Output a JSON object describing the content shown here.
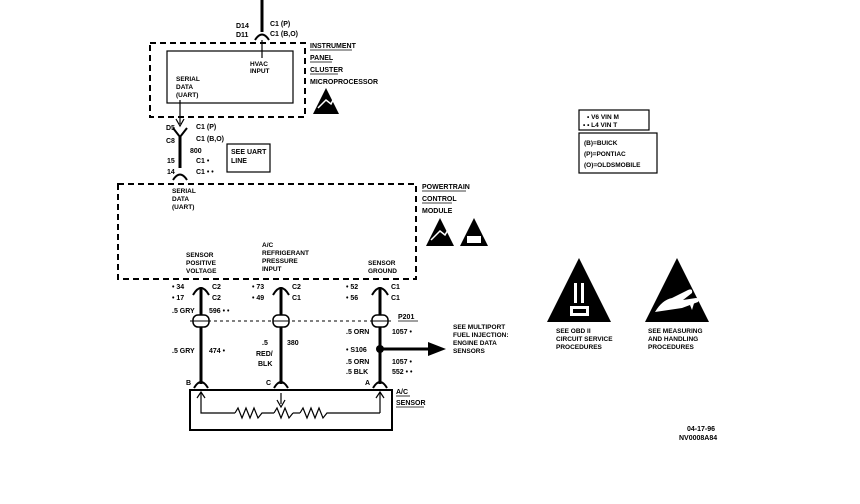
{
  "instrument_panel": {
    "title_lines": [
      "INSTRUMENT",
      "PANEL",
      "CLUSTER",
      "MICROPROCESSOR"
    ],
    "hvac_input": [
      "HVAC",
      "INPUT"
    ],
    "serial_data": [
      "SERIAL",
      "DATA",
      "(UART)"
    ],
    "top_pins": [
      "D14",
      "D11"
    ],
    "top_conns": [
      "C1 (P)",
      "C1 (B,O)"
    ]
  },
  "uart_link": {
    "pin_d5": "D5",
    "conn_p": "C1 (P)",
    "pin_c8": "C8",
    "conn_bo": "C1 (B,O)",
    "wire": "800",
    "see_uart": [
      "SEE UART",
      "LINE"
    ],
    "pin_15": "15",
    "conn_15": "C1 •",
    "pin_14": "14",
    "conn_14": "C1 • •"
  },
  "pcm": {
    "title_lines": [
      "POWERTRAIN",
      "CONTROL",
      "MODULE"
    ],
    "serial_data": [
      "SERIAL",
      "DATA",
      "(UART)"
    ]
  },
  "inputs": {
    "sensor_positive": [
      "SENSOR",
      "POSITIVE",
      "VOLTAGE"
    ],
    "ac_pressure": [
      "A/C",
      "REFRIGERANT",
      "PRESSURE",
      "INPUT"
    ],
    "sensor_ground": [
      "SENSOR",
      "GROUND"
    ]
  },
  "pins": {
    "left": [
      {
        "pin": "• 34",
        "conn": "C2"
      },
      {
        "pin": "• 17",
        "conn": "C2"
      }
    ],
    "middle": [
      {
        "pin": "• 73",
        "conn": "C2"
      },
      {
        "pin": "• 49",
        "conn": "C1"
      }
    ],
    "right": [
      {
        "pin": "• 52",
        "conn": "C1"
      },
      {
        "pin": "• 56",
        "conn": "C1"
      }
    ]
  },
  "wires": {
    "gry_top": ".5 GRY",
    "gry_top_num": "596 • •",
    "orn_top": ".5 ORN",
    "orn_top_num": "1057 •",
    "p201": "P201",
    "gry_bot": ".5 GRY",
    "gry_bot_num": "474 •",
    "red_blk": [
      ".5",
      "RED/",
      "BLK"
    ],
    "red_blk_num": "380",
    "s106": "• S106",
    "orn_bot": ".5 ORN",
    "orn_bot_num": "1057 •",
    "blk_bot": ".5 BLK",
    "blk_bot_num": "552 • •"
  },
  "multiport_note": [
    "SEE MULTIPORT",
    "FUEL INJECTION:",
    "ENGINE DATA",
    "SENSORS"
  ],
  "sensor": {
    "label_lines": [
      "A/C",
      "SENSOR"
    ],
    "terminals": [
      "B",
      "C",
      "A"
    ]
  },
  "legend_engine": [
    "• V6 VIN M",
    "• • L4 VIN T"
  ],
  "legend_brand": [
    "(B)=BUICK",
    "(P)=PONTIAC",
    "(O)=OLDSMOBILE"
  ],
  "obd_note": [
    "SEE OBD II",
    "CIRCUIT SERVICE",
    "PROCEDURES"
  ],
  "esd_note": [
    "SEE MEASURING",
    "AND HANDLING",
    "PROCEDURES"
  ],
  "footer": {
    "date": "04-17-96",
    "code": "NV0008A84"
  }
}
